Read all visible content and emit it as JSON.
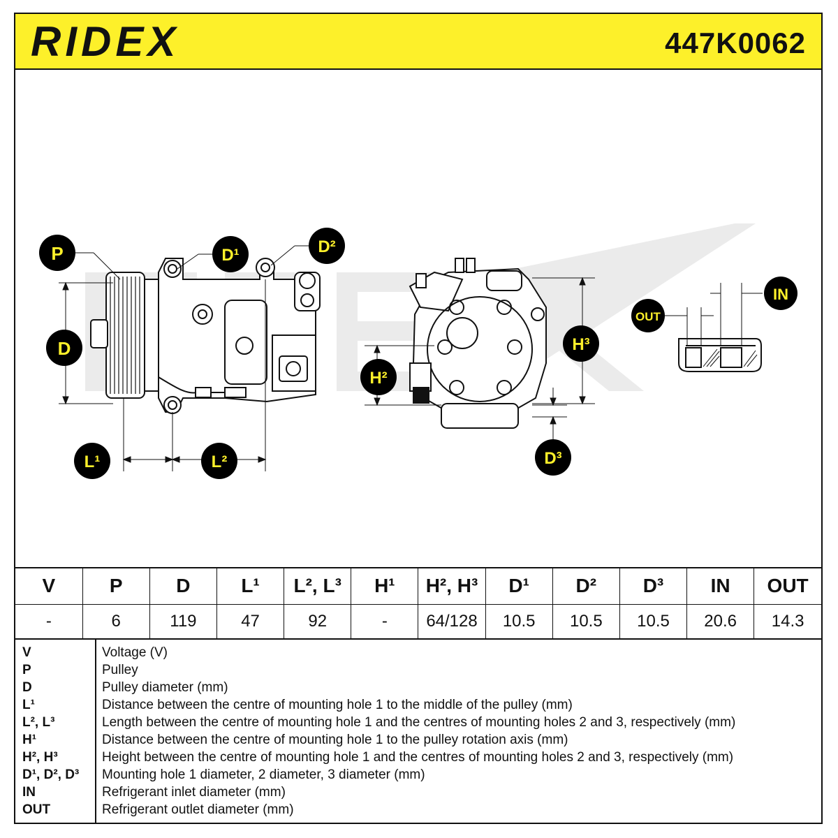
{
  "header": {
    "brand": "RIDEX",
    "part_number": "447K0062"
  },
  "callouts": {
    "p": "P",
    "d": "D",
    "d1": "D¹",
    "d2": "D²",
    "d3": "D³",
    "l1": "L¹",
    "l2": "L²",
    "h2": "H²",
    "h3": "H³",
    "in": "IN",
    "out": "OUT"
  },
  "specs": {
    "headers": [
      "V",
      "P",
      "D",
      "L¹",
      "L², L³",
      "H¹",
      "H², H³",
      "D¹",
      "D²",
      "D³",
      "IN",
      "OUT"
    ],
    "values": [
      "-",
      "6",
      "119",
      "47",
      "92",
      "-",
      "64/128",
      "10.5",
      "10.5",
      "10.5",
      "20.6",
      "14.3"
    ]
  },
  "legend": [
    {
      "symbol": "V",
      "description": "Voltage (V)"
    },
    {
      "symbol": "P",
      "description": "Pulley"
    },
    {
      "symbol": "D",
      "description": "Pulley diameter (mm)"
    },
    {
      "symbol": "L¹",
      "description": "Distance between the centre of mounting hole 1 to the middle of the pulley (mm)"
    },
    {
      "symbol": "L², L³",
      "description": "Length between the centre of mounting hole 1 and the centres of mounting holes 2 and 3, respectively (mm)"
    },
    {
      "symbol": "H¹",
      "description": "Distance between the centre of mounting hole 1 to the pulley rotation axis (mm)"
    },
    {
      "symbol": "H², H³",
      "description": "Height between the centre of mounting hole 1 and the centres of mounting holes 2 and 3, respectively (mm)"
    },
    {
      "symbol": "D¹, D², D³",
      "description": "Mounting hole 1 diameter, 2 diameter, 3 diameter (mm)"
    },
    {
      "symbol": "IN",
      "description": "Refrigerant inlet diameter (mm)"
    },
    {
      "symbol": "OUT",
      "description": "Refrigerant outlet diameter (mm)"
    }
  ],
  "colors": {
    "accent_yellow": "#fdf02a",
    "ink": "#111111",
    "callout_fill": "#000000",
    "watermark": "#e6e6e6"
  }
}
